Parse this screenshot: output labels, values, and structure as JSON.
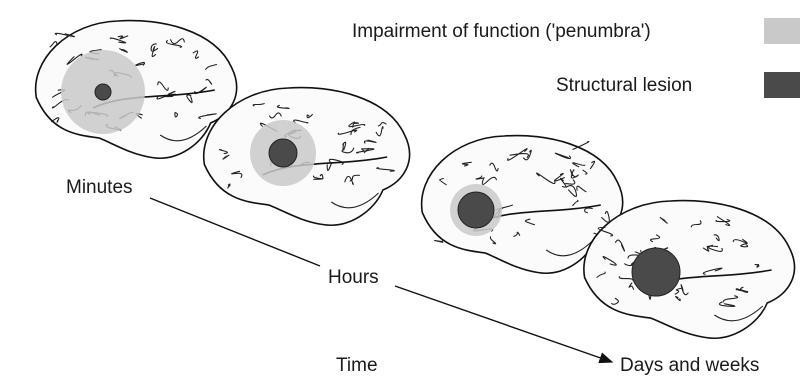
{
  "legend": {
    "penumbra_label": "Impairment of function ('penumbra')",
    "lesion_label": "Structural lesion",
    "penumbra_color": "#c9c9c9",
    "lesion_color": "#4a4a4a"
  },
  "timeline": {
    "minutes": "Minutes",
    "hours": "Hours",
    "days_weeks": "Days and weeks",
    "axis_label": "Time"
  },
  "stages": [
    {
      "name": "minutes",
      "penumbra_radius": 42,
      "lesion_radius": 8
    },
    {
      "name": "hours-early",
      "penumbra_radius": 33,
      "lesion_radius": 14
    },
    {
      "name": "hours-late",
      "penumbra_radius": 26,
      "lesion_radius": 18
    },
    {
      "name": "days-weeks",
      "penumbra_radius": 24,
      "lesion_radius": 24
    }
  ]
}
